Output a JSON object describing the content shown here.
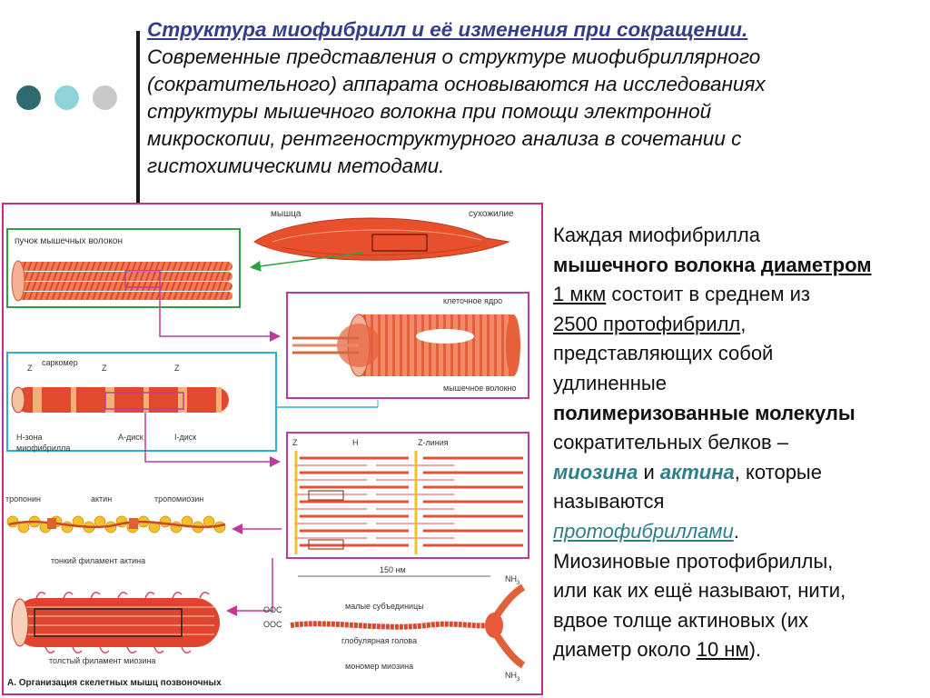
{
  "header": {
    "title": "Структура миофибрилл и её изменения при сокращении.",
    "lines": [
      "Современные представления о структуре миофибриллярного",
      "(сократительного) аппарата основываются на исследованиях",
      "структуры мышечного волокна при помощи электронной",
      "микроскопии, рентгеноструктурного анализа в сочетании с",
      "гистохимическими методами."
    ]
  },
  "dots": {
    "colors": [
      "#2e6b6f",
      "#8ed3d8",
      "#c9c9c9"
    ]
  },
  "body_text": {
    "l1": "Каждая миофибрилла",
    "l2a": "мышечного волокна ",
    "l2b": "диаметром",
    "l3a": "1 мкм",
    "l3b": " состоит в среднем из",
    "l4a": "2500 протофибрилл",
    "l4b": ",",
    "l5": "представляющих собой",
    "l6": "удлиненные",
    "l7": "полимеризованные молекулы",
    "l8": "сократительных белков –",
    "l9a": "миозина",
    "l9b": " и ",
    "l9c": "актина",
    "l9d": ", которые",
    "l10": "называются",
    "l11a": "протофибриллами",
    "l11b": ".",
    "l12": "Миозиновые протофибриллы,",
    "l13": "или как их ещё называют, нити,",
    "l14": "вдвое толще актиновых (их",
    "l15a": "диаметр около ",
    "l15b": "10 нм",
    "l15c": ")."
  },
  "figure": {
    "labels": {
      "muscle": "мышца",
      "tendon": "сухожилие",
      "bundle": "пучок мышечных волокон",
      "nucleus": "клеточное ядро",
      "fiber": "мышечное волокно",
      "z": "Z",
      "sarcomere": "саркомер",
      "h_zone": "Н-зона",
      "myofibril": "миофибрилла",
      "a_disk": "А-диск",
      "i_disk": "I-диск",
      "h": "H",
      "z_line": "Z-линия",
      "troponin": "тропонин",
      "actin": "актин",
      "tropomyosin": "тропомиозин",
      "thin_filament": "тонкий филамент актина",
      "nm150": "150 нм",
      "nh3": "NH",
      "nh3_sub": "3",
      "small_subunits": "малые субъединицы",
      "ooc": "OOC",
      "globular_head": "глобулярная голова",
      "thick_filament": "толстый филамент миозина",
      "myosin_monomer": "мономер миозина",
      "caption": "А. Организация скелетных мышц позвоночных"
    },
    "colors": {
      "frame": "#c62d87",
      "box_green": "#2ea043",
      "box_cyan": "#2bb0cf",
      "box_magenta": "#c03a9a",
      "muscle": "#e8502d",
      "tissue": "#f07050",
      "actin_yellow": "#f2c12e"
    }
  }
}
